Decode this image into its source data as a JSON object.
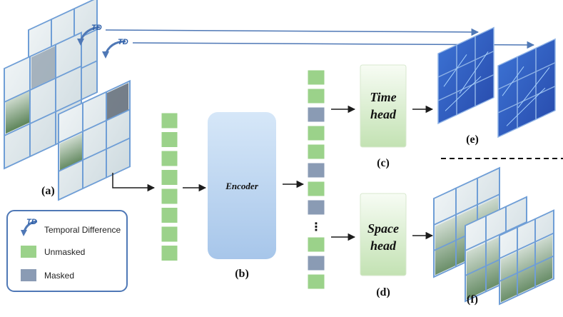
{
  "labels": {
    "a": "(a)",
    "b": "(b)",
    "c": "(c)",
    "d": "(d)",
    "e": "(e)",
    "f": "(f)"
  },
  "encoder": {
    "label": "Encoder"
  },
  "time_head": {
    "line1": "Time",
    "line2": "head"
  },
  "space_head": {
    "line1": "Space",
    "line2": "head"
  },
  "td_badges": [
    "TD",
    "TD"
  ],
  "legend": {
    "td_icon": "TD",
    "items": [
      {
        "label": "Temporal Difference",
        "icon": "td-arrow-icon"
      },
      {
        "label": "Unmasked",
        "color": "#9bd28a"
      },
      {
        "label": "Masked",
        "color": "#8a9bb4"
      }
    ]
  },
  "token_sequence_input": [
    "unmasked",
    "unmasked",
    "unmasked",
    "unmasked",
    "unmasked",
    "unmasked",
    "unmasked",
    "unmasked"
  ],
  "token_sequence_output": [
    "unmasked",
    "unmasked",
    "masked",
    "unmasked",
    "unmasked",
    "masked",
    "unmasked",
    "masked",
    "ellipsis",
    "unmasked",
    "masked",
    "unmasked"
  ],
  "ellipsis": "⋮",
  "colors": {
    "unmasked": "#9bd28a",
    "masked": "#8a9bb4",
    "encoder_top": "#cfe2f6",
    "encoder_bottom": "#a9c9ec",
    "head_top": "#f6fbf3",
    "head_bottom": "#c6e4b6",
    "arrow": "#1c1c1c",
    "td_arrow": "#4f78b6",
    "frame_border": "#6f9ed6"
  }
}
